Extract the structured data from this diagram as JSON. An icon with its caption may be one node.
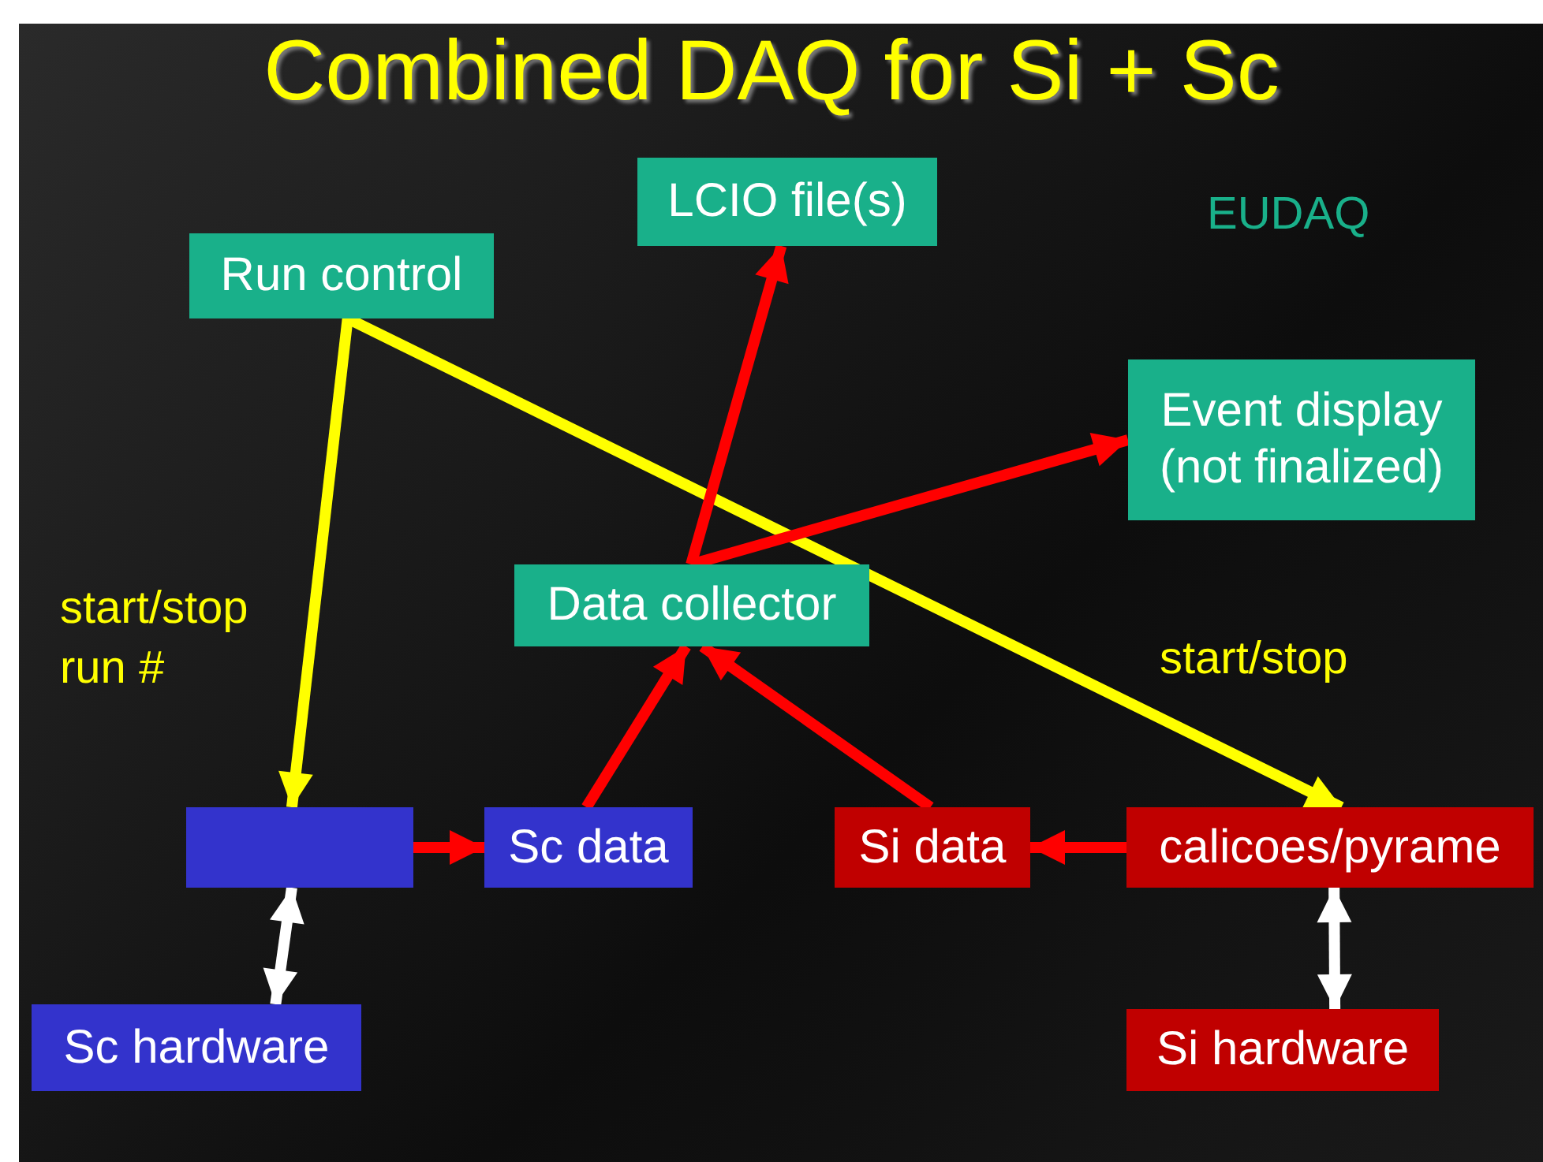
{
  "diagram": {
    "title": "Combined DAQ for Si + Sc",
    "nodes": [
      {
        "text": [
          "Run control"
        ]
      },
      {
        "text": [
          "LCIO file(s)"
        ]
      },
      {
        "text": [
          "Event display (not finalized)"
        ]
      },
      {
        "text": [
          "Data collector"
        ]
      },
      {
        "text": [],
        "shape": "box"
      },
      {
        "text": [
          "Sc data"
        ]
      },
      {
        "text": [
          "Si data"
        ]
      },
      {
        "text": [
          "calicoes/pyrame"
        ]
      },
      {
        "text": [
          "Sc hardware"
        ]
      },
      {
        "text": [
          "Si hardware"
        ]
      }
    ],
    "edges": [
      {
        "from": 0,
        "to": 4,
        "arrow": "to",
        "label": "start/stop run #",
        "color": "#ffff00"
      },
      {
        "from": 0,
        "to": 7,
        "arrow": "to",
        "label": "start/stop",
        "color": "#ffff00"
      },
      {
        "from": 4,
        "to": 5,
        "arrow": "to"
      },
      {
        "from": 5,
        "to": 3,
        "arrow": "to"
      },
      {
        "from": 6,
        "to": 3,
        "arrow": "to"
      },
      {
        "from": 7,
        "to": 6,
        "arrow": "to"
      },
      {
        "from": 3,
        "to": 1,
        "arrow": "to"
      },
      {
        "from": 3,
        "to": 2,
        "arrow": "to"
      },
      {
        "from": 4,
        "to": 8,
        "arrow": "both",
        "color": "#ffffff"
      },
      {
        "from": 7,
        "to": 9,
        "arrow": "both",
        "color": "#ffffff"
      }
    ],
    "labels": [
      "EUDAQ"
    ]
  }
}
